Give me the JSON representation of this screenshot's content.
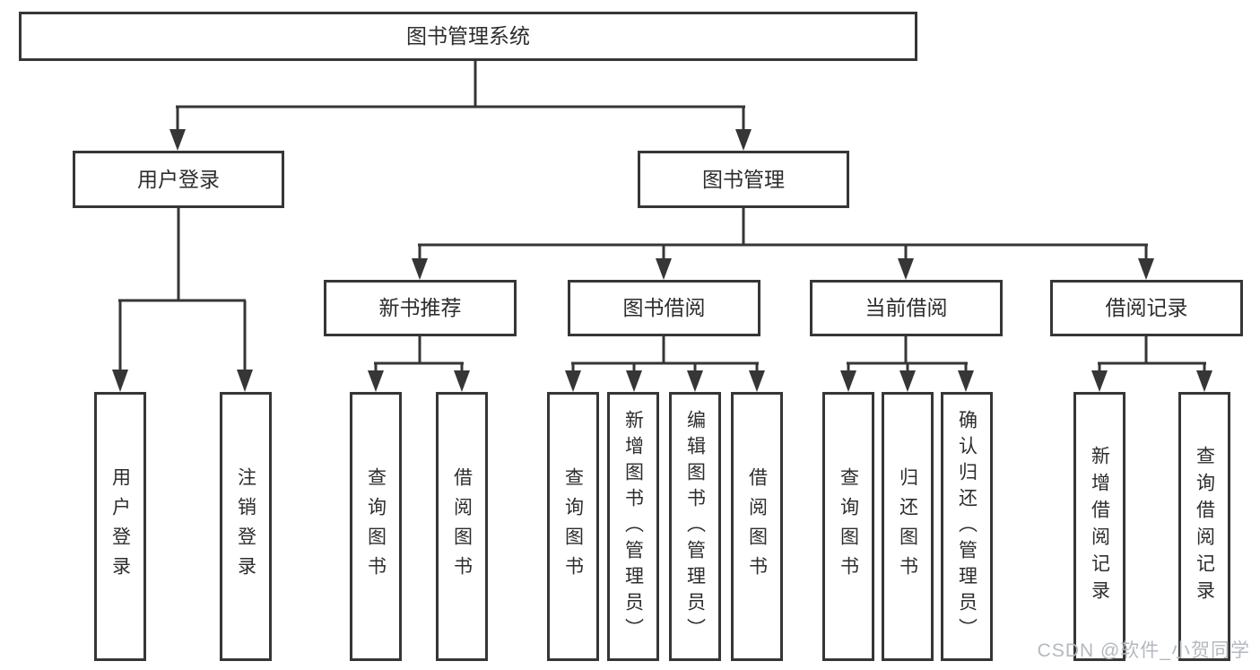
{
  "colors": {
    "line": "#363636",
    "box_border": "#363636",
    "text": "#2d2d2d",
    "watermark": "#b4b8c0",
    "background": "#ffffff"
  },
  "tree": {
    "root": {
      "label": "图书管理系统"
    },
    "branches": [
      {
        "label": "用户登录",
        "children": [
          {
            "label": "用户登录"
          },
          {
            "label": "注销登录"
          }
        ]
      },
      {
        "label": "图书管理",
        "children": [
          {
            "label": "新书推荐",
            "children": [
              {
                "label": "查询图书"
              },
              {
                "label": "借阅图书"
              }
            ]
          },
          {
            "label": "图书借阅",
            "children": [
              {
                "label": "查询图书"
              },
              {
                "label": "新增图书（管理员）"
              },
              {
                "label": "编辑图书（管理员）"
              },
              {
                "label": "借阅图书"
              }
            ]
          },
          {
            "label": "当前借阅",
            "children": [
              {
                "label": "查询图书"
              },
              {
                "label": "归还图书"
              },
              {
                "label": "确认归还（管理员）"
              }
            ]
          },
          {
            "label": "借阅记录",
            "children": [
              {
                "label": "新增借阅记录"
              },
              {
                "label": "查询借阅记录"
              }
            ]
          }
        ]
      }
    ]
  },
  "watermark": {
    "text": "CSDN @软件_小贺同学"
  }
}
